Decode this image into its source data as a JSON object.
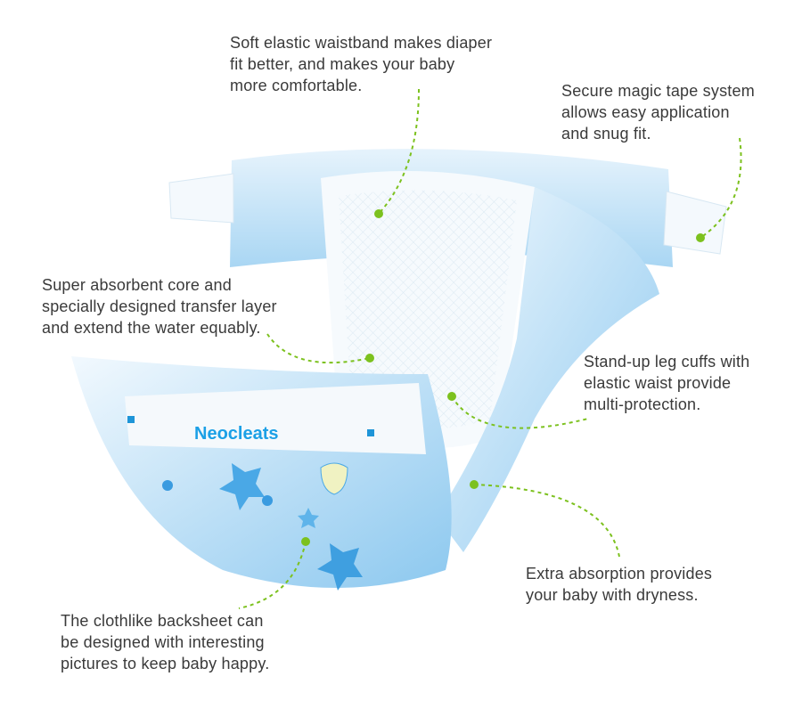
{
  "brand_logo": "Neocleats",
  "accent_color": "#7cc11e",
  "callouts": [
    {
      "id": "waistband",
      "lines": [
        "Soft elastic waistband makes diaper",
        "fit better, and makes your baby",
        "more comfortable."
      ]
    },
    {
      "id": "tape",
      "lines": [
        "Secure magic tape system",
        "allows easy application",
        "and snug fit."
      ]
    },
    {
      "id": "core",
      "lines": [
        "Super absorbent core and",
        "specially designed transfer layer",
        "and extend the water equably."
      ]
    },
    {
      "id": "cuffs",
      "lines": [
        "Stand-up leg cuffs with",
        "elastic waist provide",
        "multi-protection."
      ]
    },
    {
      "id": "absorption",
      "lines": [
        "Extra absorption provides",
        "your baby with dryness."
      ]
    },
    {
      "id": "backsheet",
      "lines": [
        "The clothlike backsheet can",
        "be designed with interesting",
        "pictures to keep baby happy."
      ]
    }
  ]
}
